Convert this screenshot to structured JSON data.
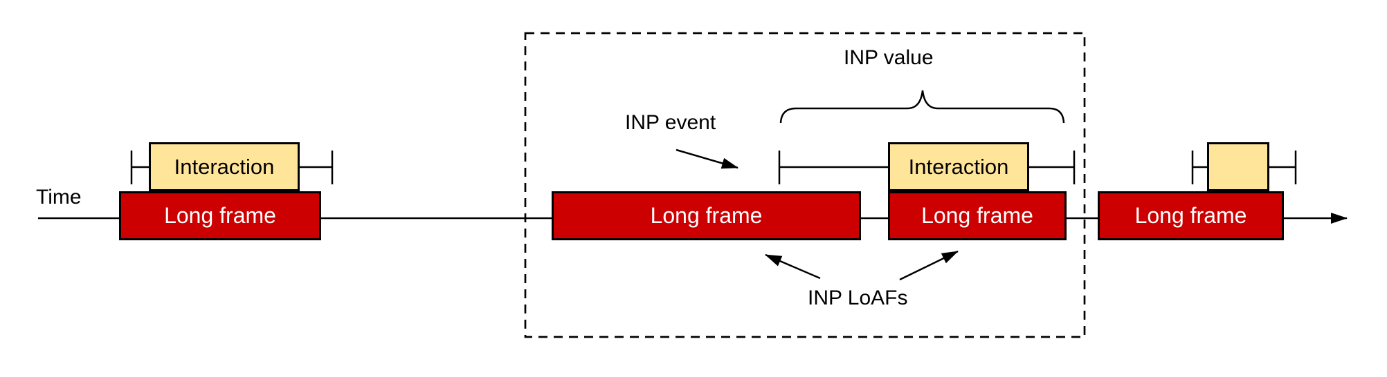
{
  "labels": {
    "time": "Time",
    "inp_event": "INP event",
    "inp_value": "INP value",
    "inp_loafs": "INP LoAFs"
  },
  "frames": [
    {
      "label": "Long frame"
    },
    {
      "label": "Long frame"
    },
    {
      "label": "Long frame"
    },
    {
      "label": "Long frame"
    }
  ],
  "interactions": [
    {
      "label": "Interaction"
    },
    {
      "label": "Interaction"
    },
    {
      "label": ""
    }
  ],
  "colors": {
    "long_frame_fill": "#cc0000",
    "long_frame_text": "#ffffff",
    "interaction_fill": "#ffe599",
    "outline": "#000000",
    "background": "#ffffff"
  }
}
